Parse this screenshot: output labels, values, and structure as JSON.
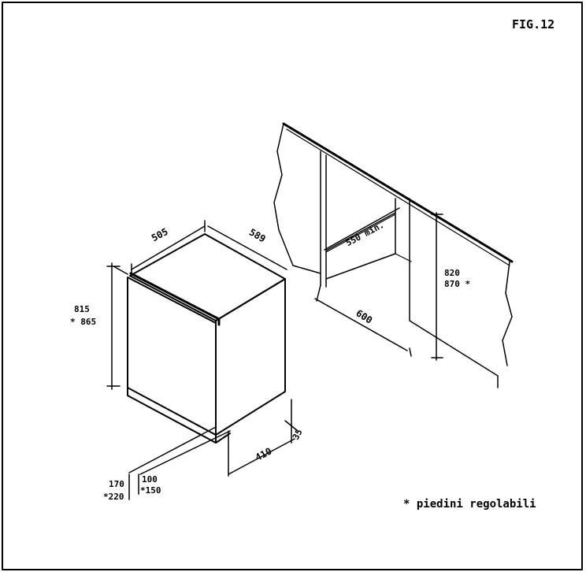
{
  "figure": {
    "title": "FIG.12",
    "dims": {
      "width_505": "505",
      "depth_589": "589",
      "height_815": "815",
      "height_865": "* 865",
      "depth_410": "410",
      "gap_35": "35",
      "plinth_170": "170",
      "plinth_220": "*220",
      "plinth_100": "100",
      "plinth_150": "*150",
      "niche_550": "550 min.",
      "niche_600": "600",
      "niche_820": "820",
      "niche_870": "870 *"
    },
    "note": "* piedini regolabili"
  }
}
